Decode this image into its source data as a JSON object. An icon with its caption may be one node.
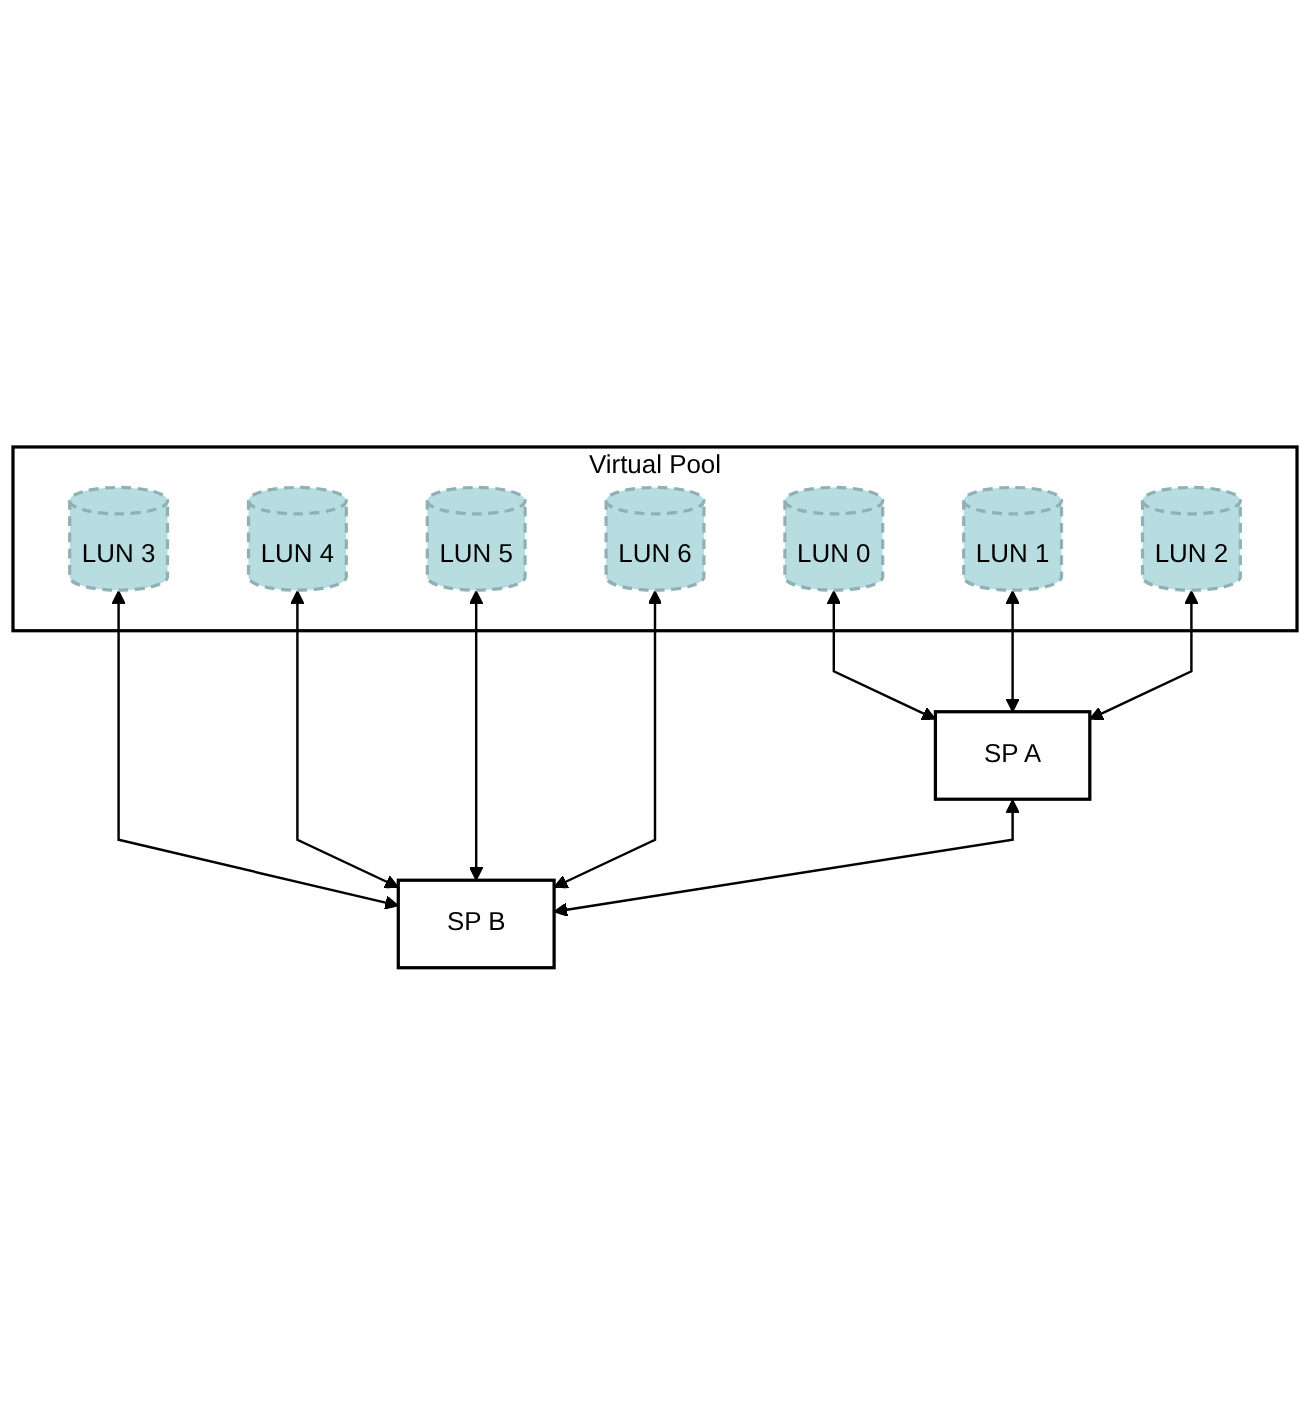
{
  "diagram": {
    "nodes": [
      {
        "text": [
          "Virtual Pool"
        ]
      },
      {
        "text": [
          "LUN 0"
        ],
        "in": 0
      },
      {
        "text": [
          "LUN 1"
        ],
        "in": 0
      },
      {
        "text": [
          "LUN 2"
        ],
        "in": 0
      },
      {
        "text": [
          "LUN 3"
        ],
        "in": 0
      },
      {
        "text": [
          "LUN 4"
        ],
        "in": 0
      },
      {
        "text": [
          "LUN 5"
        ],
        "in": 0
      },
      {
        "text": [
          "LUN 6"
        ],
        "in": 0
      },
      {
        "text": [
          "SP A"
        ]
      },
      {
        "text": [
          "SP B"
        ]
      }
    ],
    "edges": [
      {
        "from": 1,
        "to": 8,
        "arrow": "both"
      },
      {
        "from": 2,
        "to": 8,
        "arrow": "both"
      },
      {
        "from": 3,
        "to": 8,
        "arrow": "both"
      },
      {
        "from": 4,
        "to": 9,
        "arrow": "both"
      },
      {
        "from": 5,
        "to": 9,
        "arrow": "both"
      },
      {
        "from": 6,
        "to": 9,
        "arrow": "both"
      },
      {
        "from": 7,
        "to": 9,
        "arrow": "both"
      },
      {
        "from": 8,
        "to": 9,
        "arrow": "both"
      }
    ]
  }
}
